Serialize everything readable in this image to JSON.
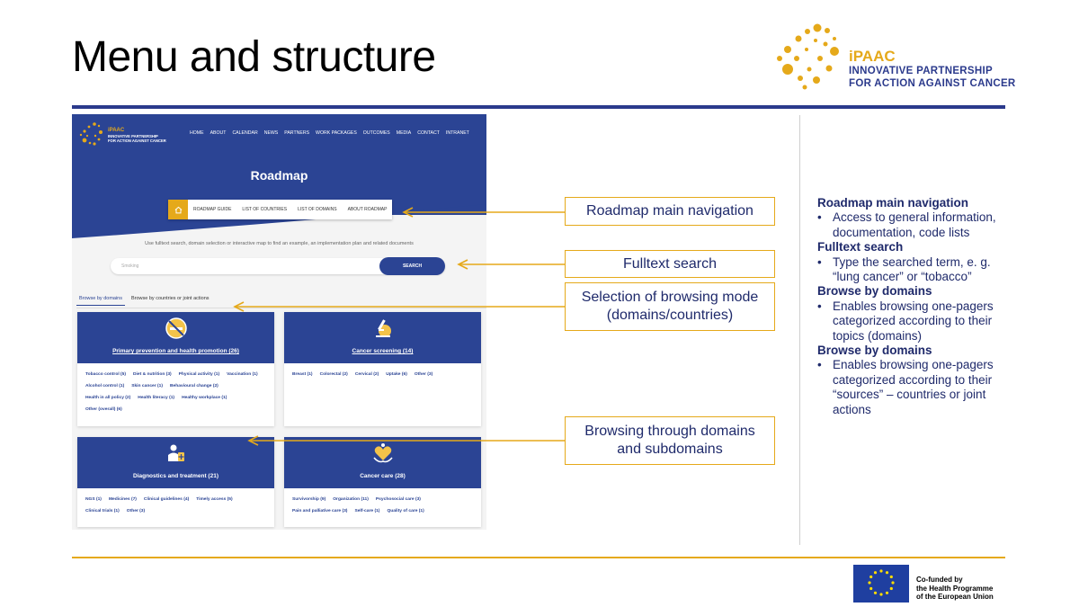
{
  "slide": {
    "title": "Menu and structure"
  },
  "logo": {
    "name": "iPAAC",
    "line1": "INNOVATIVE PARTNERSHIP",
    "line2": "FOR ACTION AGAINST CANCER"
  },
  "site": {
    "logo_name": "iPAAC",
    "logo_line1": "INNOVATIVE PARTNERSHIP",
    "logo_line2": "FOR ACTION AGAINST CANCER",
    "nav": [
      "HOME",
      "ABOUT",
      "CALENDAR",
      "NEWS",
      "PARTNERS",
      "WORK PACKAGES",
      "OUTCOMES",
      "MEDIA",
      "CONTACT",
      "INTRANET"
    ],
    "page_title": "Roadmap",
    "subnav": [
      "ROADMAP GUIDE",
      "LIST OF COUNTRIES",
      "LIST OF DOMAINS",
      "ABOUT ROADMAP"
    ],
    "hint": "Use fulltext search, domain selection or interactive map to find an example, an implementation plan and related documents",
    "search_placeholder": "Smoking",
    "search_button": "SEARCH",
    "tabs": [
      "Browse by domains",
      "Browse by countries or joint actions"
    ],
    "cards": [
      {
        "title": "Primary prevention and health promotion (26)",
        "tags": [
          "Tobacco control (5)",
          "Diet & nutrition (3)",
          "Physical activity (1)",
          "Vaccination (1)",
          "Alcohol control (1)",
          "Skin cancer (1)",
          "Behavioural change (2)",
          "Health in all policy (2)",
          "Health literacy (1)",
          "Healthy workplace (1)",
          "Other (overall) (6)"
        ]
      },
      {
        "title": "Cancer screening (14)",
        "tags": [
          "Breast (1)",
          "Colorectal (2)",
          "Cervical (2)",
          "Uptake (6)",
          "Other (3)"
        ]
      },
      {
        "title": "Diagnostics and treatment (21)",
        "tags": [
          "NGS (1)",
          "Medicines (7)",
          "Clinical guidelines (4)",
          "Timely access (5)",
          "Clinical trials (1)",
          "Other (3)"
        ]
      },
      {
        "title": "Cancer care (28)",
        "tags": [
          "Survivorship (9)",
          "Organization (11)",
          "Psychosocial care (3)",
          "Pain and palliative care (3)",
          "Self-care (1)",
          "Quality of care (1)"
        ]
      }
    ]
  },
  "callouts": {
    "nav": "Roadmap main navigation",
    "search": "Fulltext search",
    "mode_line1": "Selection of browsing mode",
    "mode_line2": "(domains/countries)",
    "domains_line1": "Browsing through domains",
    "domains_line2": "and subdomains"
  },
  "notes": [
    {
      "heading": "Roadmap main navigation",
      "bullet": "Access to general information, documentation, code lists"
    },
    {
      "heading": "Fulltext search",
      "bullet": "Type the searched term, e. g. “lung cancer” or “tobacco”"
    },
    {
      "heading": "Browse by domains",
      "bullet": "Enables browsing one-pagers categorized according to their topics (domains)"
    },
    {
      "heading": "Browse by domains",
      "bullet": "Enables browsing one-pagers categorized according to their “sources” – countries or joint actions"
    }
  ],
  "funding": {
    "line1": "Co-funded by",
    "line2": "the Health Programme",
    "line3": "of the European Union"
  },
  "colors": {
    "navy": "#2b3a8c",
    "site_blue": "#2b4494",
    "gold": "#e5a91a",
    "callout_text": "#1f2a6b"
  }
}
